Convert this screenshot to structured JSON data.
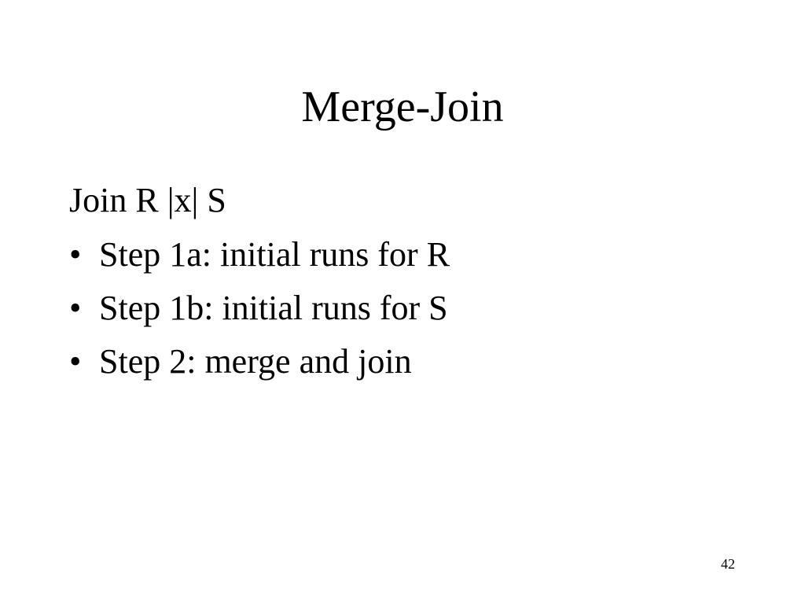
{
  "slide": {
    "title": "Merge-Join",
    "intro": "Join R |x| S",
    "bullet_symbol": "•",
    "bullets": [
      "Step 1a: initial runs for R",
      "Step 1b: initial runs for S",
      "Step 2: merge and join"
    ],
    "page_number": "42"
  }
}
